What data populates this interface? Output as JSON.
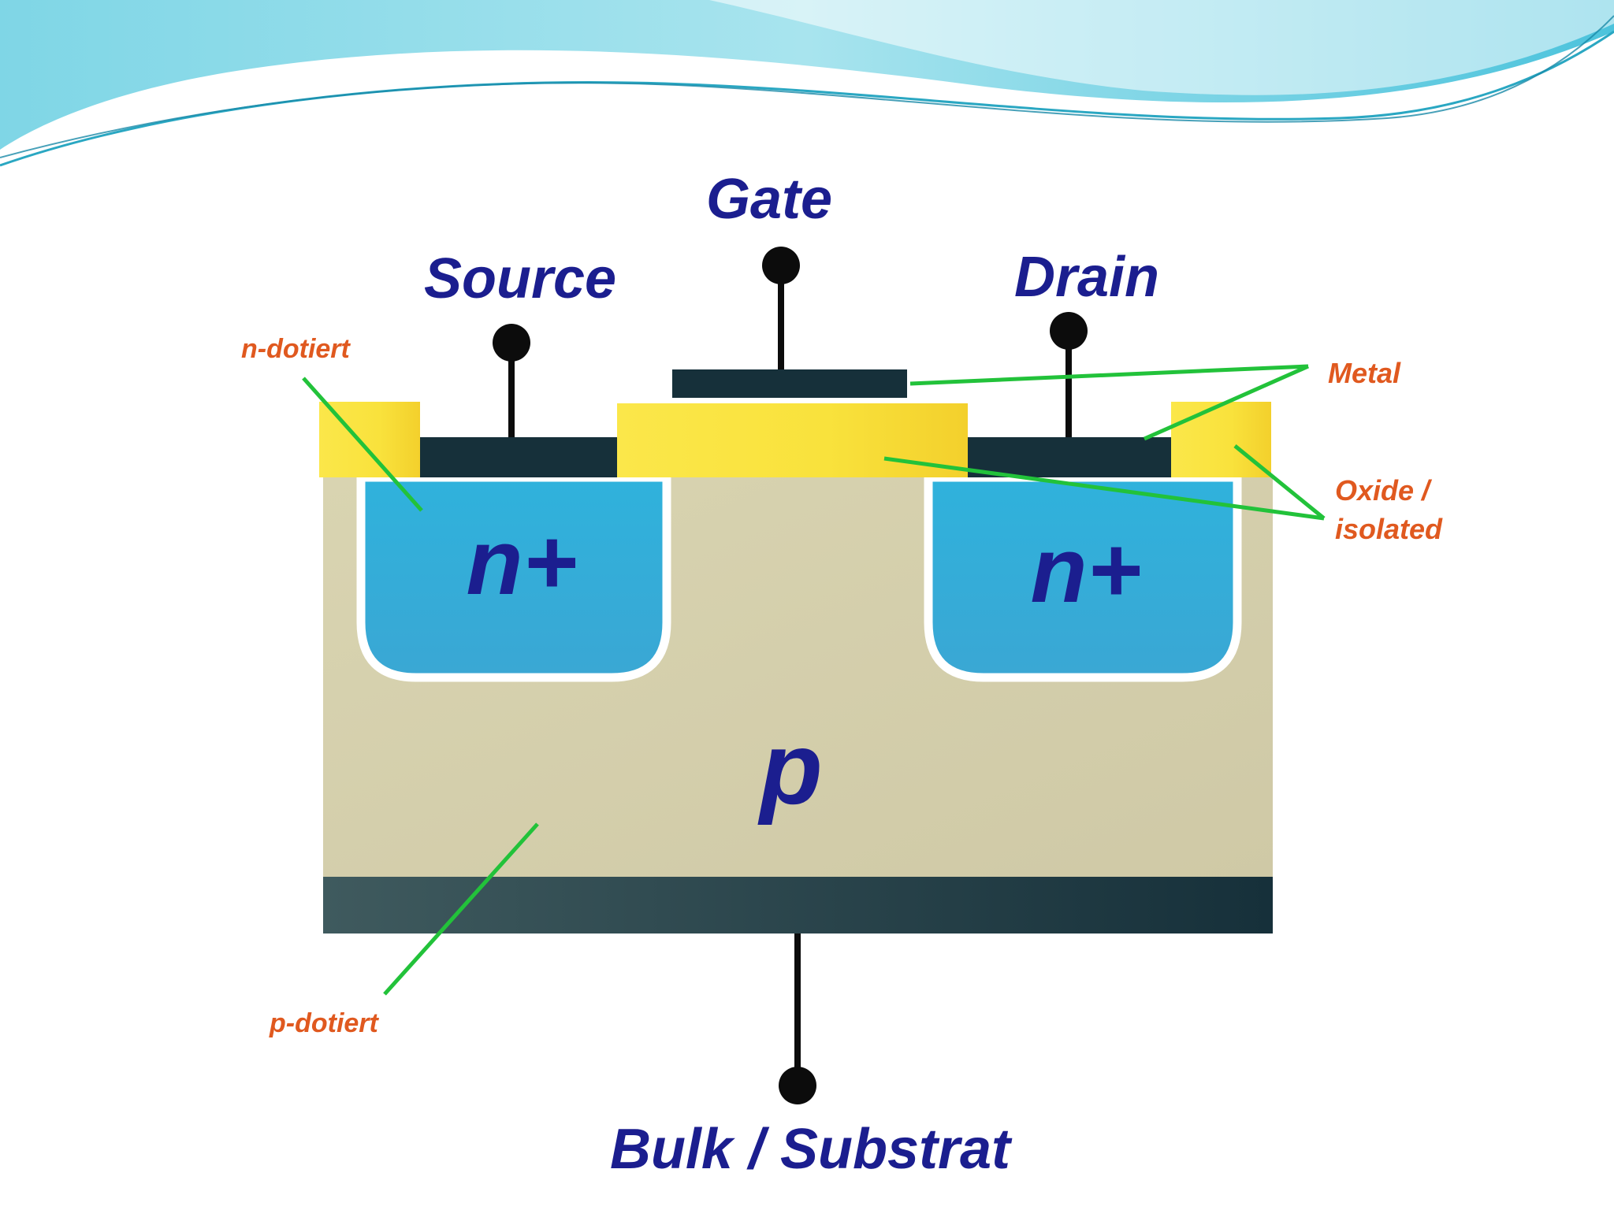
{
  "terminals": {
    "gate": "Gate",
    "source": "Source",
    "drain": "Drain",
    "bulk": "Bulk / Substrat"
  },
  "regions": {
    "source_well": "n+",
    "drain_well": "n+",
    "substrate": "p"
  },
  "callouts": {
    "n_doped": "n-dotiert",
    "p_doped": "p-dotiert",
    "metal": "Metal",
    "oxide_line1": "Oxide /",
    "oxide_line2": "isolated"
  },
  "colors": {
    "label_blue": "#1b1e8f",
    "callout_orange": "#e0591f",
    "leader_green": "#22c23a",
    "oxide_yellow": "#f7df3c",
    "n_well_blue": "#34b4dc",
    "p_substrate": "#d8d3b0",
    "metal_dark": "#16303a",
    "banner_teal": "#6fcfe0"
  }
}
